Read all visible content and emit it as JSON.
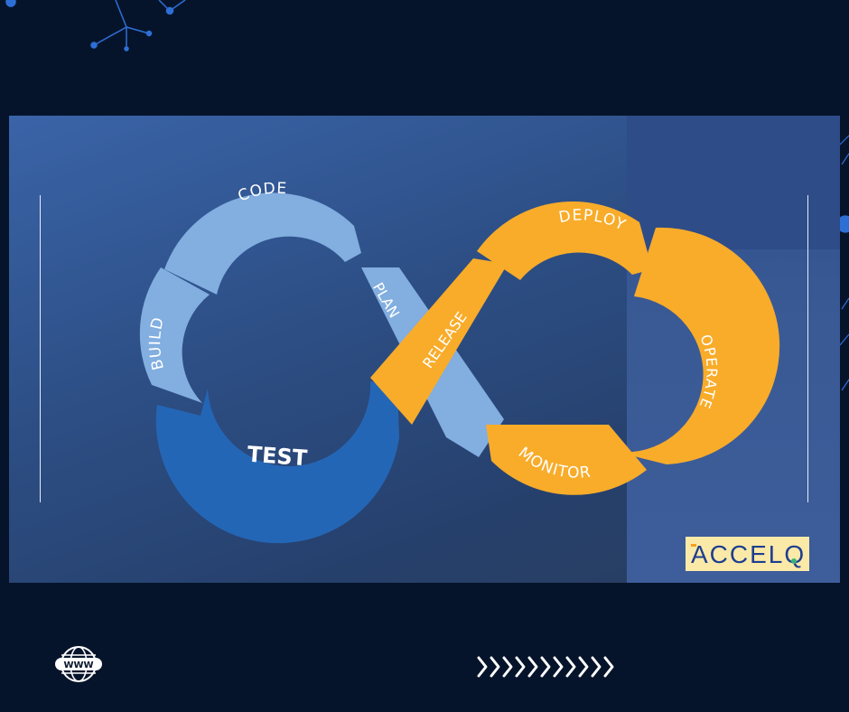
{
  "diagram": {
    "stages": {
      "code": "CODE",
      "build": "BUILD",
      "test": "TEST",
      "plan": "PLAN",
      "release": "RELEASE",
      "deploy": "DEPLOY",
      "operate": "OPERATE",
      "monitor": "MONITOR"
    }
  },
  "logo": {
    "text": "ACCELQ"
  },
  "footer": {
    "web_badge": "WWW"
  },
  "colors": {
    "page_bg": "#06142b",
    "dev_light": "#7ea9db",
    "dev_dark": "#2463b2",
    "ops": "#f8ac2a"
  }
}
